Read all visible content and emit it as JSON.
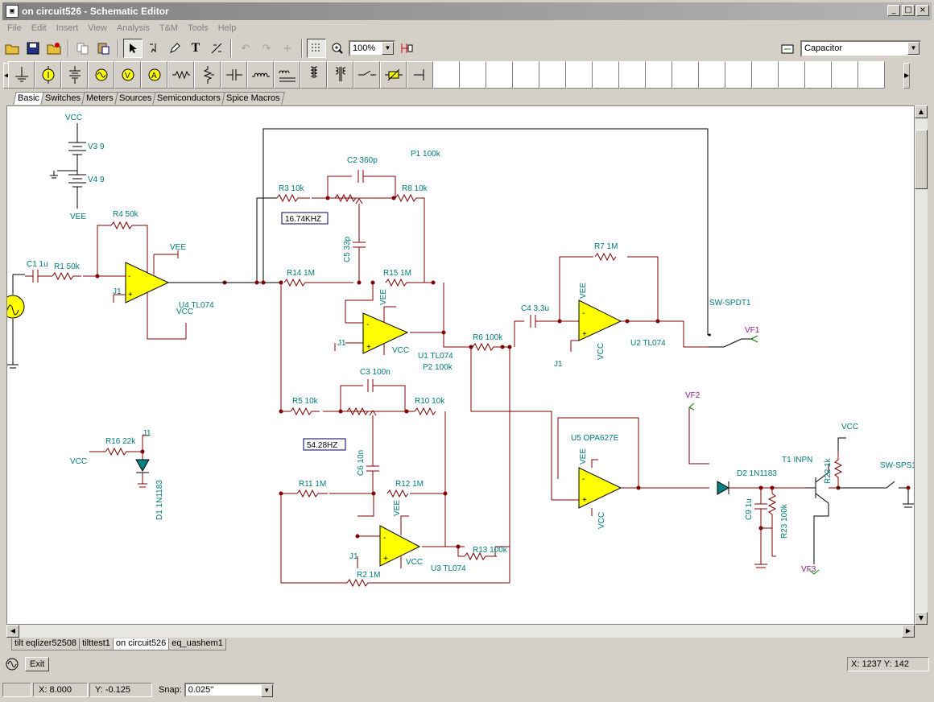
{
  "window": {
    "title": "on circuit526 - Schematic Editor",
    "icon_label": "▣",
    "buttons": [
      "_",
      "□",
      "×"
    ]
  },
  "menu": [
    "File",
    "Edit",
    "Insert",
    "View",
    "Analysis",
    "T&M",
    "Tools",
    "Help"
  ],
  "toolbar": {
    "zoom": "100%",
    "component": "Capacitor"
  },
  "palette_tabs": [
    "Basic",
    "Switches",
    "Meters",
    "Sources",
    "Semiconductors",
    "Spice Macros"
  ],
  "document_tabs": [
    "tilt eqlizer52508",
    "tilttest1",
    "on circuit526",
    "eq_uashem1"
  ],
  "lower": {
    "exit": "Exit",
    "coords": "X: 1237  Y: 142"
  },
  "status": {
    "x": "X: 8.000",
    "y": "Y: -0.125",
    "snap_label": "Snap:",
    "snap_value": "0.025\""
  },
  "schematic": {
    "labels": {
      "vcc_top": "VCC",
      "v3": "V3 9",
      "v4": "V4 9",
      "vee_left": "VEE",
      "c1": "C1 1u",
      "r1": "R1 50k",
      "r4": "R4 50k",
      "u4": "U4 TL074",
      "u4_vee": "VEE",
      "u4_vcc": "VCC",
      "j1_a": "J1",
      "r3": "R3 10k",
      "c2": "C2 360p",
      "p1": "P1 100k",
      "r8": "R8 10k",
      "freq1": "16.74KHZ",
      "c5": "C5 33p",
      "r14": "R14 1M",
      "r15": "R15 1M",
      "u1_vee": "VEE",
      "u1_vcc": "VCC",
      "u1": "U1 TL074",
      "p2": "P2 100k",
      "j1_b": "J1",
      "r6": "R6 100k",
      "c4": "C4 3.3u",
      "r7": "R7 1M",
      "u2_vee": "VEE",
      "u2_vcc": "VCC",
      "u2": "U2 TL074",
      "j1_c": "J1",
      "sw_spdt": "SW-SPDT1",
      "vf1": "VF1",
      "c3": "C3 100n",
      "r5": "R5 10k",
      "r10": "R10 10k",
      "freq2": "54.28HZ",
      "c6": "C6 10n",
      "r11": "R11 1M",
      "r12": "R12 1M",
      "u3_vee": "VEE",
      "u3_vcc": "VCC",
      "u3": "U3 TL074",
      "j1_d": "J1",
      "r13": "R13 100k",
      "r2": "R2 1M",
      "r16": "R16 22k",
      "j1_e": "J1",
      "vcc_d1": "VCC",
      "d1": "D1 1N1183",
      "u5": "U5 OPA627E",
      "u5_vee": "VEE",
      "u5_vcc": "VCC",
      "vf2": "VF2",
      "d2": "D2 1N1183",
      "c9": "C9 1u",
      "r23": "R23 100k",
      "t1": "T1 INPN",
      "r22": "R22 1k",
      "vcc_t1": "VCC",
      "vf3": "VF3",
      "sw_sps": "SW-SPS1"
    }
  }
}
